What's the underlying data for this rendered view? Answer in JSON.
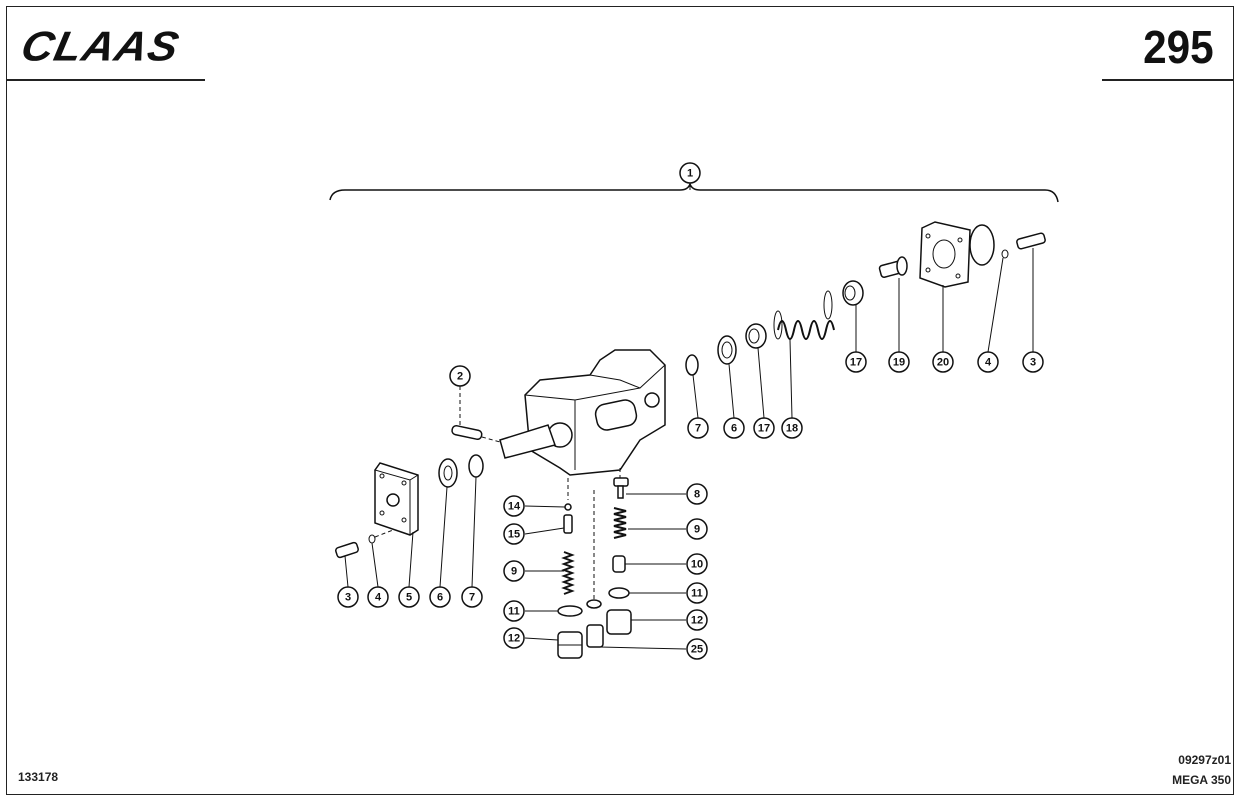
{
  "header": {
    "brand": "CLAAS",
    "page_number": "295"
  },
  "footer": {
    "left_code": "133178",
    "drawing_code": "09297z01",
    "model": "MEGA 350"
  },
  "diagram": {
    "callouts": [
      "1",
      "2",
      "3",
      "4",
      "20",
      "19",
      "17",
      "7",
      "6",
      "17",
      "18",
      "8",
      "9",
      "10",
      "11",
      "12",
      "25",
      "14",
      "15",
      "9",
      "11",
      "12",
      "3",
      "4",
      "5",
      "6",
      "7"
    ]
  }
}
